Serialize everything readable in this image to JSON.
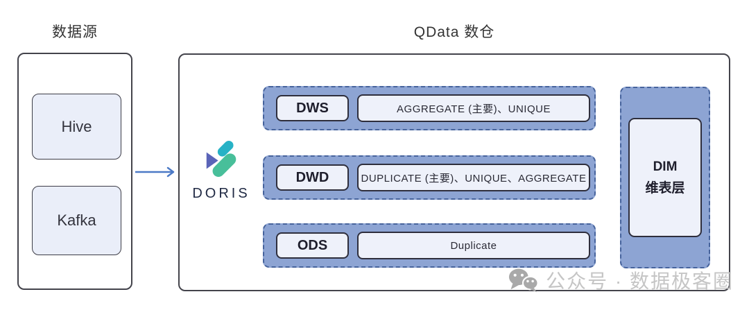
{
  "left_panel": {
    "title": "数据源",
    "items": [
      {
        "label": "Hive"
      },
      {
        "label": "Kafka"
      }
    ]
  },
  "arrow": {
    "color": "#4b79c6"
  },
  "warehouse": {
    "title": "QData 数仓",
    "doris_logo": {
      "text": "DORIS",
      "teal": "#27b2c6",
      "green": "#48bf9a",
      "purple": "#5a64b8",
      "text_color": "#202a44"
    },
    "layers": [
      {
        "name": "DWS",
        "models": "AGGREGATE (主要)、UNIQUE"
      },
      {
        "name": "DWD",
        "models": "DUPLICATE (主要)、UNIQUE、AGGREGATE"
      },
      {
        "name": "ODS",
        "models": "Duplicate"
      }
    ],
    "dim": {
      "line1": "DIM",
      "line2": "维表层"
    }
  },
  "watermark": {
    "icon": "wechat-icon",
    "text": "公众号 · 数据极客圈"
  },
  "colors": {
    "layer_fill": "#8da4d3",
    "layer_dash_border": "#46639c",
    "node_fill": "#eef1fa",
    "node_border": "#2e2e3c",
    "panel_border": "#43434b",
    "watermark_gray": "#c5c5c5"
  }
}
